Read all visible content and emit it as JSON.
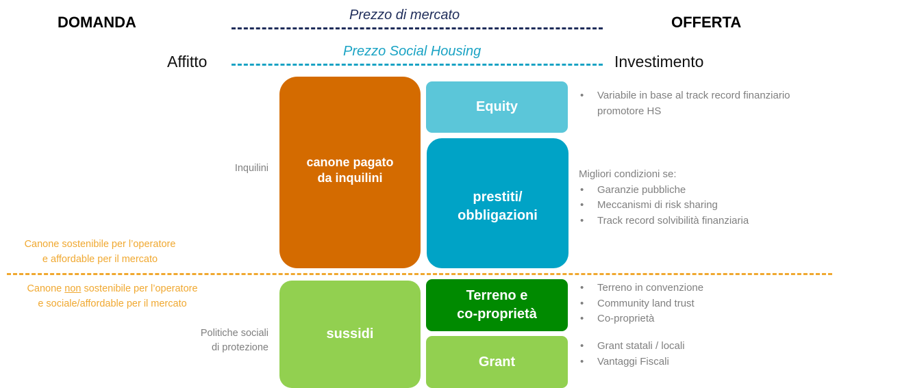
{
  "header": {
    "domanda": "DOMANDA",
    "offerta": "OFFERTA",
    "affitto": "Affitto",
    "investimento": "Investimento",
    "prezzo_mercato": "Prezzo di mercato",
    "prezzo_social": "Prezzo Social Housing"
  },
  "left": {
    "inquilini": "Inquilini",
    "canone_sostenibile_1": "Canone sostenibile per l’operatore",
    "canone_sostenibile_2": "e affordable per il mercato",
    "canone_non_pre": "Canone ",
    "canone_non_u": "non",
    "canone_non_post": " sostenibile per l’operatore",
    "canone_non_2": "e sociale/affordable per il mercato",
    "politiche_1": "Politiche sociali",
    "politiche_2": "di protezione"
  },
  "boxes": {
    "canone_1": "canone pagato",
    "canone_2": "da inquilini",
    "equity": "Equity",
    "prestiti_1": "prestiti/",
    "prestiti_2": "obbligazioni",
    "sussidi": "sussidi",
    "terreno_1": "Terreno e",
    "terreno_2": "co-proprietà",
    "grant": "Grant"
  },
  "right": {
    "equity_notes": [
      "Variabile in base al track record finanziario",
      "promotore HS"
    ],
    "prestiti_intro": "Migliori condizioni se:",
    "prestiti_notes": [
      "Garanzie pubbliche",
      "Meccanismi di risk sharing",
      "Track record solvibilità finanziaria"
    ],
    "terreno_notes": [
      "Terreno in convenzione",
      "Community land trust",
      "Co-proprietà"
    ],
    "grant_notes": [
      "Grant statali / locali",
      "Vantaggi Fiscali"
    ]
  },
  "colors": {
    "market_line": "#1f2d5a",
    "social_line": "#1aa3c4",
    "divider": "#f0a830",
    "canone_box": "#d46b00",
    "equity_box": "#5bc6d9",
    "prestiti_box": "#00a3c6",
    "sussidi_box": "#92d050",
    "terreno_box": "#008a00",
    "grant_box": "#92d050"
  }
}
